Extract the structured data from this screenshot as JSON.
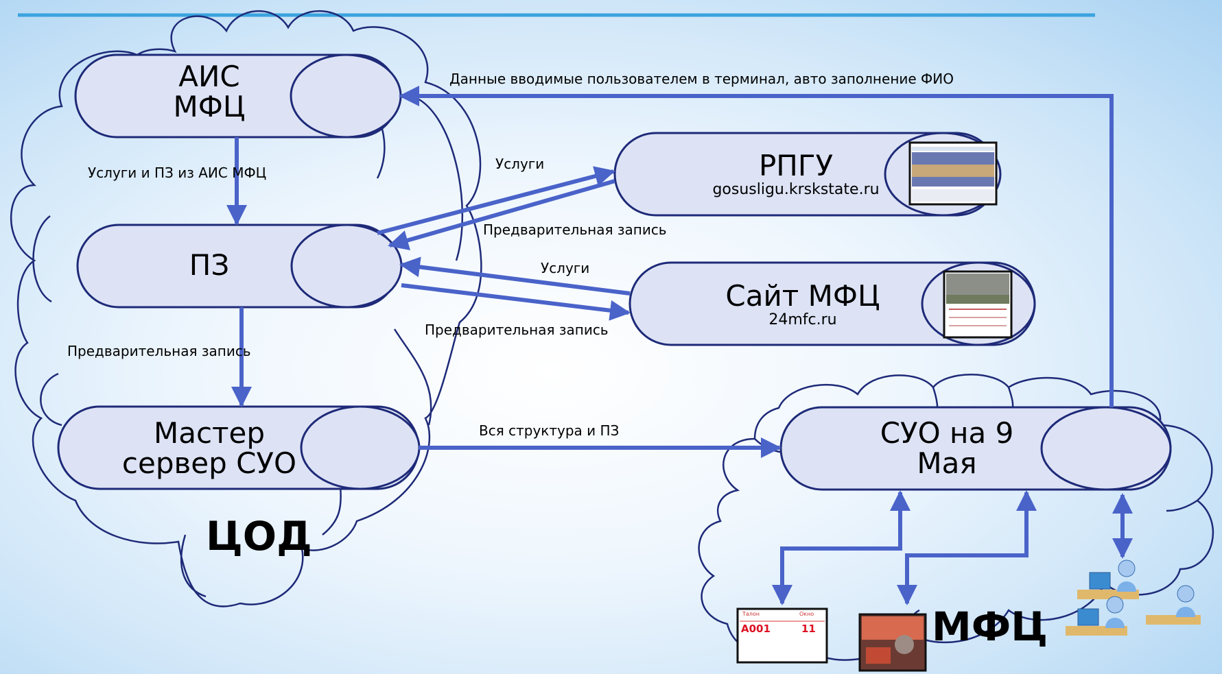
{
  "nodes": {
    "ais": {
      "line1": "АИС",
      "line2": "МФЦ"
    },
    "pz": {
      "title": "ПЗ"
    },
    "master": {
      "line1": "Мастер",
      "line2": "сервер СУО"
    },
    "rpgu": {
      "title": "РПГУ",
      "url": "gosusligu.krskstate.ru"
    },
    "site": {
      "title": "Сайт МФЦ",
      "url": "24mfc.ru"
    },
    "suo": {
      "line1": "СУО на 9",
      "line2": "Мая"
    }
  },
  "edges": {
    "terminal_data": "Данные вводимые пользователем в терминал, авто заполнение ФИО",
    "ais_to_pz": "Услуги и ПЗ из АИС МФЦ",
    "pz_to_rpgu": "Услуги",
    "rpgu_to_pz": "Предварительная запись",
    "site_to_pz": "Услуги",
    "pz_to_site": "Предварительная запись",
    "pz_to_master": "Предварительная запись",
    "master_to_suo": "Вся структура и ПЗ"
  },
  "clouds": {
    "left": "ЦОД",
    "right": "МФЦ"
  },
  "ticket": {
    "left_header": "Талон",
    "left_value": "A001",
    "right_header": "Окно",
    "right_value": "11"
  },
  "colors": {
    "arrow": "#4a63c9",
    "node_fill": "#dde3f5",
    "outline": "#1e2a78",
    "line_top": "#3aa3de"
  }
}
